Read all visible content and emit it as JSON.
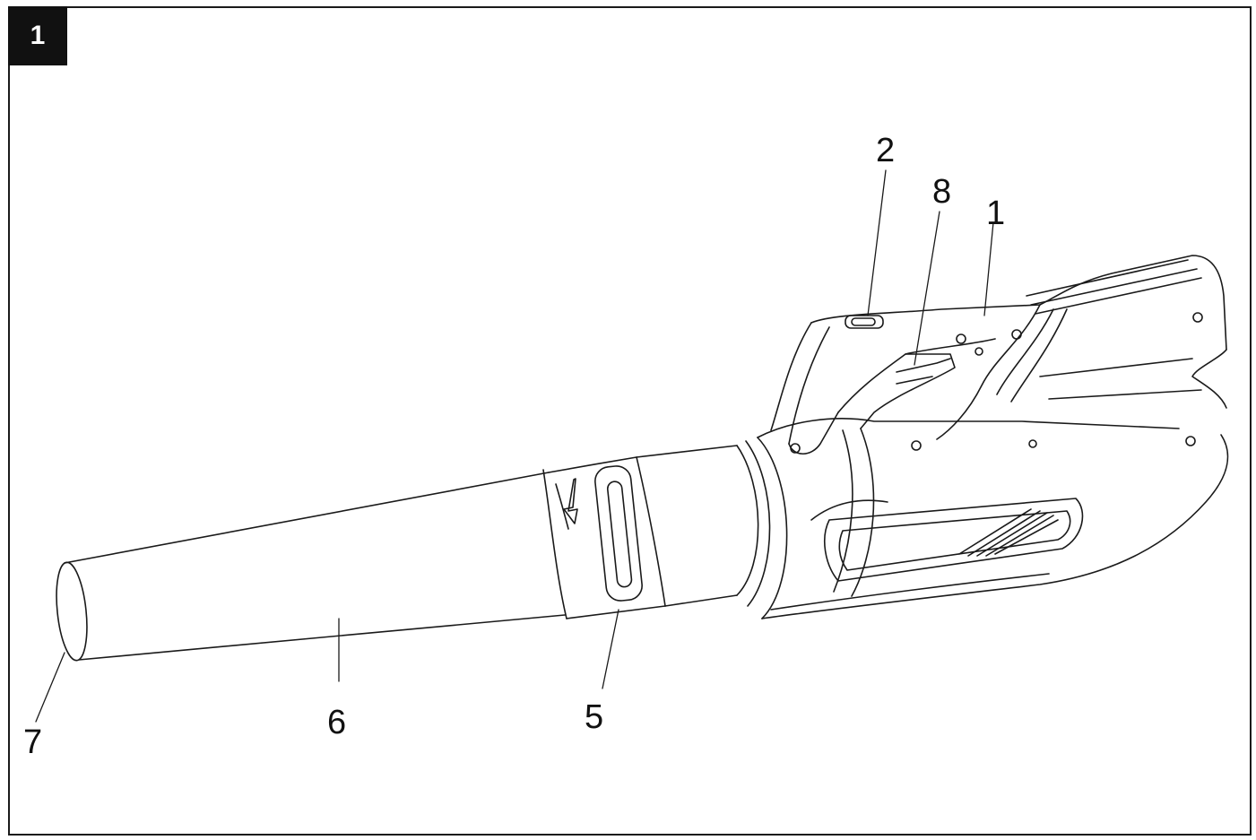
{
  "figure": {
    "number": "1",
    "stroke_color": "#1a1a1a",
    "background": "#ffffff"
  },
  "callouts": [
    {
      "id": "c1",
      "label": "1"
    },
    {
      "id": "c2",
      "label": "2"
    },
    {
      "id": "c8",
      "label": "8"
    },
    {
      "id": "c5",
      "label": "5"
    },
    {
      "id": "c6",
      "label": "6"
    },
    {
      "id": "c7",
      "label": "7"
    }
  ]
}
